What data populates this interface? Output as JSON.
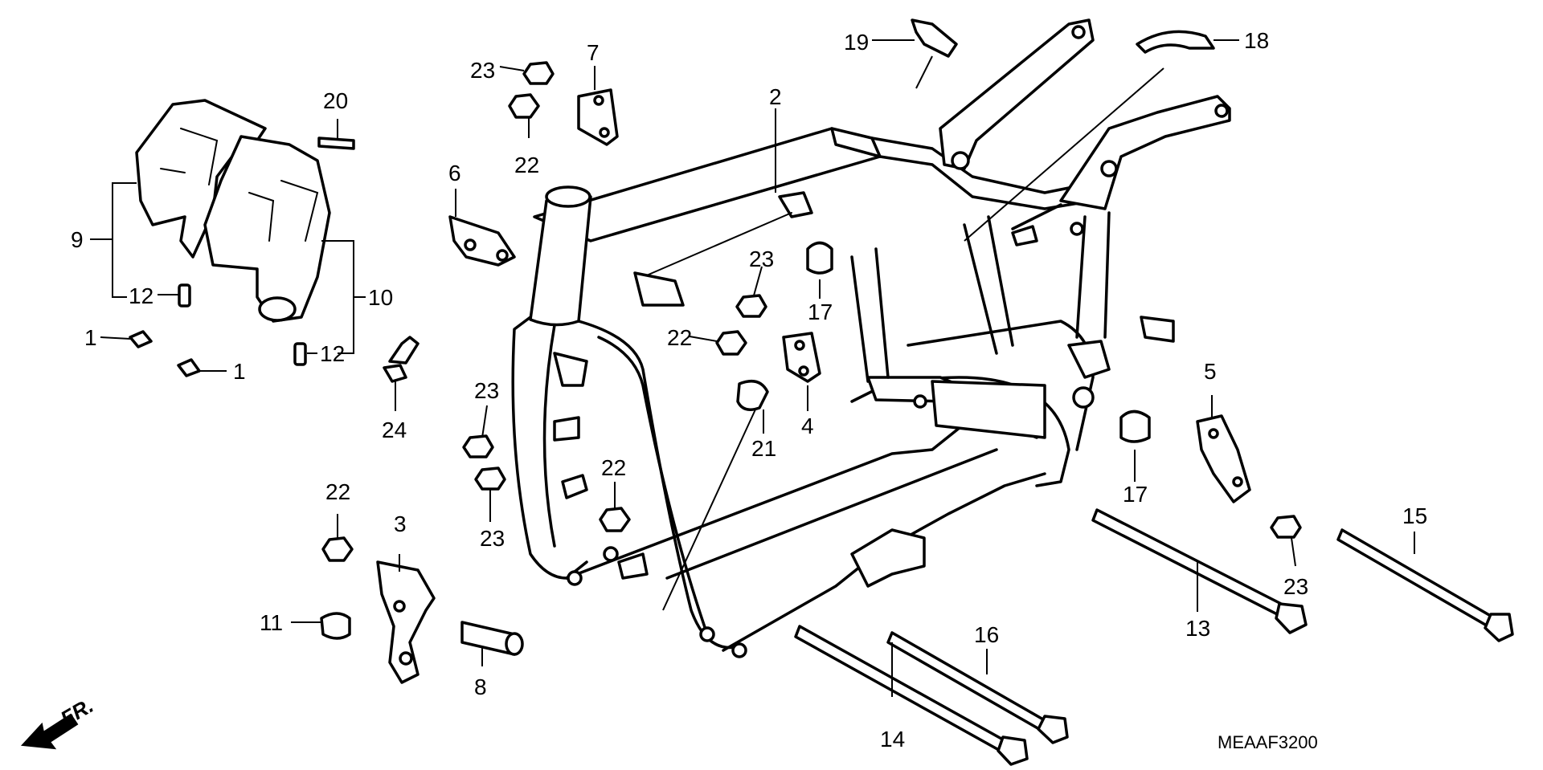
{
  "callouts": [
    {
      "num": "1"
    },
    {
      "num": "1"
    },
    {
      "num": "2"
    },
    {
      "num": "3"
    },
    {
      "num": "4"
    },
    {
      "num": "5"
    },
    {
      "num": "6"
    },
    {
      "num": "7"
    },
    {
      "num": "8"
    },
    {
      "num": "9"
    },
    {
      "num": "10"
    },
    {
      "num": "11"
    },
    {
      "num": "12"
    },
    {
      "num": "12"
    },
    {
      "num": "13"
    },
    {
      "num": "14"
    },
    {
      "num": "15"
    },
    {
      "num": "16"
    },
    {
      "num": "17"
    },
    {
      "num": "17"
    },
    {
      "num": "18"
    },
    {
      "num": "19"
    },
    {
      "num": "20"
    },
    {
      "num": "21"
    },
    {
      "num": "22"
    },
    {
      "num": "22"
    },
    {
      "num": "22"
    },
    {
      "num": "22"
    },
    {
      "num": "23"
    },
    {
      "num": "23"
    },
    {
      "num": "23"
    },
    {
      "num": "23"
    },
    {
      "num": "23"
    },
    {
      "num": "24"
    }
  ],
  "direction_label": "FR.",
  "drawing_code": "MEAAF3200"
}
